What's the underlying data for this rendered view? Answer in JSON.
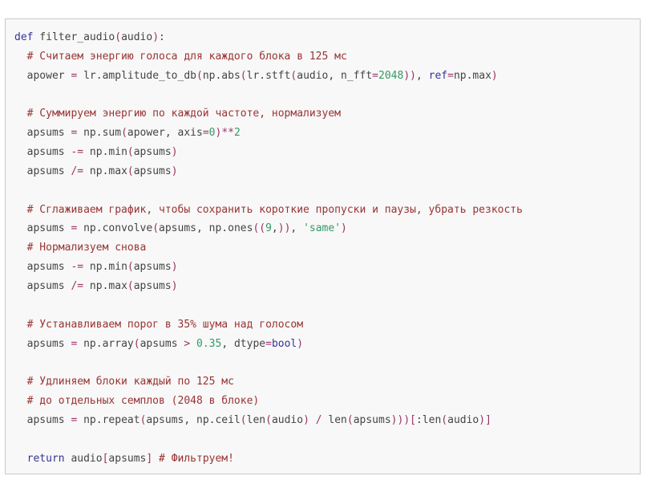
{
  "code": {
    "language": "python",
    "lines": [
      [
        {
          "t": "def",
          "c": "kw"
        },
        {
          "t": " filter_audio",
          "c": ""
        },
        {
          "t": "(",
          "c": "br"
        },
        {
          "t": "audio",
          "c": ""
        },
        {
          "t": ")",
          "c": "br"
        },
        {
          "t": ":",
          "c": ""
        }
      ],
      [
        {
          "t": "  # Считаем энергию голоса для каждого блока в 125 мс",
          "c": "cm"
        }
      ],
      [
        {
          "t": "  apower ",
          "c": ""
        },
        {
          "t": "=",
          "c": "op"
        },
        {
          "t": " lr.amplitude_to_db",
          "c": ""
        },
        {
          "t": "(",
          "c": "br"
        },
        {
          "t": "np.abs",
          "c": ""
        },
        {
          "t": "(",
          "c": "br"
        },
        {
          "t": "lr.stft",
          "c": ""
        },
        {
          "t": "(",
          "c": "br"
        },
        {
          "t": "audio, n_fft",
          "c": ""
        },
        {
          "t": "=",
          "c": "op"
        },
        {
          "t": "2048",
          "c": "num"
        },
        {
          "t": "))",
          "c": "br"
        },
        {
          "t": ", ",
          "c": ""
        },
        {
          "t": "ref",
          "c": "kw"
        },
        {
          "t": "=",
          "c": "op"
        },
        {
          "t": "np.max",
          "c": ""
        },
        {
          "t": ")",
          "c": "br"
        }
      ],
      [],
      [
        {
          "t": "  # Суммируем энергию по каждой частоте, нормализуем",
          "c": "cm"
        }
      ],
      [
        {
          "t": "  apsums ",
          "c": ""
        },
        {
          "t": "=",
          "c": "op"
        },
        {
          "t": " np.sum",
          "c": ""
        },
        {
          "t": "(",
          "c": "br"
        },
        {
          "t": "apower, axis",
          "c": ""
        },
        {
          "t": "=",
          "c": "op"
        },
        {
          "t": "0",
          "c": "num"
        },
        {
          "t": ")",
          "c": "br"
        },
        {
          "t": "**",
          "c": "op"
        },
        {
          "t": "2",
          "c": "num"
        }
      ],
      [
        {
          "t": "  apsums ",
          "c": ""
        },
        {
          "t": "-=",
          "c": "op"
        },
        {
          "t": " np.min",
          "c": ""
        },
        {
          "t": "(",
          "c": "br"
        },
        {
          "t": "apsums",
          "c": ""
        },
        {
          "t": ")",
          "c": "br"
        }
      ],
      [
        {
          "t": "  apsums ",
          "c": ""
        },
        {
          "t": "/=",
          "c": "op"
        },
        {
          "t": " np.max",
          "c": ""
        },
        {
          "t": "(",
          "c": "br"
        },
        {
          "t": "apsums",
          "c": ""
        },
        {
          "t": ")",
          "c": "br"
        }
      ],
      [],
      [
        {
          "t": "  # Сглаживаем график, чтобы сохранить короткие пропуски и паузы, убрать резкость",
          "c": "cm"
        }
      ],
      [
        {
          "t": "  apsums ",
          "c": ""
        },
        {
          "t": "=",
          "c": "op"
        },
        {
          "t": " np.convolve",
          "c": ""
        },
        {
          "t": "(",
          "c": "br"
        },
        {
          "t": "apsums, np.ones",
          "c": ""
        },
        {
          "t": "((",
          "c": "br"
        },
        {
          "t": "9",
          "c": "num"
        },
        {
          "t": ",",
          "c": ""
        },
        {
          "t": "))",
          "c": "br"
        },
        {
          "t": ", ",
          "c": ""
        },
        {
          "t": "'same'",
          "c": "str"
        },
        {
          "t": ")",
          "c": "br"
        }
      ],
      [
        {
          "t": "  # Нормализуем снова",
          "c": "cm"
        }
      ],
      [
        {
          "t": "  apsums ",
          "c": ""
        },
        {
          "t": "-=",
          "c": "op"
        },
        {
          "t": " np.min",
          "c": ""
        },
        {
          "t": "(",
          "c": "br"
        },
        {
          "t": "apsums",
          "c": ""
        },
        {
          "t": ")",
          "c": "br"
        }
      ],
      [
        {
          "t": "  apsums ",
          "c": ""
        },
        {
          "t": "/=",
          "c": "op"
        },
        {
          "t": " np.max",
          "c": ""
        },
        {
          "t": "(",
          "c": "br"
        },
        {
          "t": "apsums",
          "c": ""
        },
        {
          "t": ")",
          "c": "br"
        }
      ],
      [],
      [
        {
          "t": "  # Устанавливаем порог в 35% шума над голосом",
          "c": "cm"
        }
      ],
      [
        {
          "t": "  apsums ",
          "c": ""
        },
        {
          "t": "=",
          "c": "op"
        },
        {
          "t": " np.array",
          "c": ""
        },
        {
          "t": "(",
          "c": "br"
        },
        {
          "t": "apsums ",
          "c": ""
        },
        {
          "t": ">",
          "c": "op"
        },
        {
          "t": " ",
          "c": ""
        },
        {
          "t": "0.35",
          "c": "num"
        },
        {
          "t": ", dtype",
          "c": ""
        },
        {
          "t": "=",
          "c": "op"
        },
        {
          "t": "bool",
          "c": "kw"
        },
        {
          "t": ")",
          "c": "br"
        }
      ],
      [],
      [
        {
          "t": "  # Удлиняем блоки каждый по 125 мс",
          "c": "cm"
        }
      ],
      [
        {
          "t": "  # до отдельных семплов (2048 в блоке)",
          "c": "cm"
        }
      ],
      [
        {
          "t": "  apsums ",
          "c": ""
        },
        {
          "t": "=",
          "c": "op"
        },
        {
          "t": " np.repeat",
          "c": ""
        },
        {
          "t": "(",
          "c": "br"
        },
        {
          "t": "apsums, np.ceil",
          "c": ""
        },
        {
          "t": "(",
          "c": "br"
        },
        {
          "t": "len",
          "c": ""
        },
        {
          "t": "(",
          "c": "br"
        },
        {
          "t": "audio",
          "c": ""
        },
        {
          "t": ")",
          "c": "br"
        },
        {
          "t": " ",
          "c": ""
        },
        {
          "t": "/",
          "c": "op"
        },
        {
          "t": " len",
          "c": ""
        },
        {
          "t": "(",
          "c": "br"
        },
        {
          "t": "apsums",
          "c": ""
        },
        {
          "t": ")))",
          "c": "br"
        },
        {
          "t": "[",
          "c": "br"
        },
        {
          "t": ":len",
          "c": ""
        },
        {
          "t": "(",
          "c": "br"
        },
        {
          "t": "audio",
          "c": ""
        },
        {
          "t": ")",
          "c": "br"
        },
        {
          "t": "]",
          "c": "br"
        }
      ],
      [],
      [
        {
          "t": "  ",
          "c": ""
        },
        {
          "t": "return",
          "c": "kw"
        },
        {
          "t": " audio",
          "c": ""
        },
        {
          "t": "[",
          "c": "br"
        },
        {
          "t": "apsums",
          "c": ""
        },
        {
          "t": "]",
          "c": "br"
        },
        {
          "t": " # Фильтруем!",
          "c": "cm"
        }
      ]
    ]
  },
  "colors": {
    "background": "#f8f8f8",
    "border": "#c8c8c8",
    "text": "#444444",
    "keyword": "#333399",
    "comment": "#993333",
    "number": "#339966",
    "operator": "#993366"
  }
}
